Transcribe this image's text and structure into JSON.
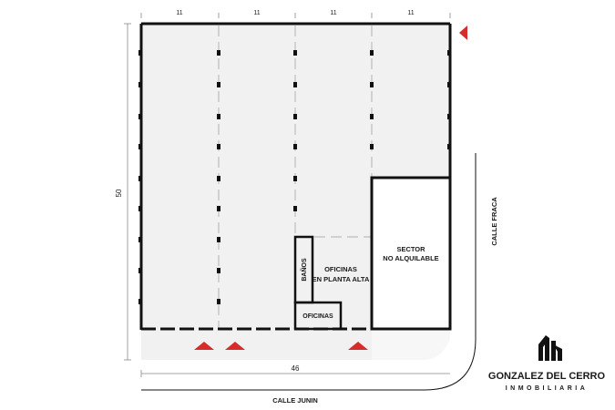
{
  "plan": {
    "top_bay_marks": [
      "11",
      "11",
      "11",
      "11"
    ],
    "height_dim": "50",
    "width_dim": "46",
    "street_bottom": "CALLE JUNIN",
    "street_right": "CALLE FRACA",
    "rooms": {
      "sector_line1": "SECTOR",
      "sector_line2": "NO ALQUILABLE",
      "offices_upper_line1": "OFICINAS",
      "offices_upper_line2": "EN PLANTA ALTA",
      "bathrooms": "BAÑOS",
      "offices": "OFICINAS"
    },
    "colors": {
      "floor": "#f1f1f1",
      "wall": "#111111",
      "entrance_arrow": "#d62c2c"
    }
  },
  "brand": {
    "name": "GONZALEZ DEL CERRO",
    "tagline": "INMOBILIARIA"
  }
}
